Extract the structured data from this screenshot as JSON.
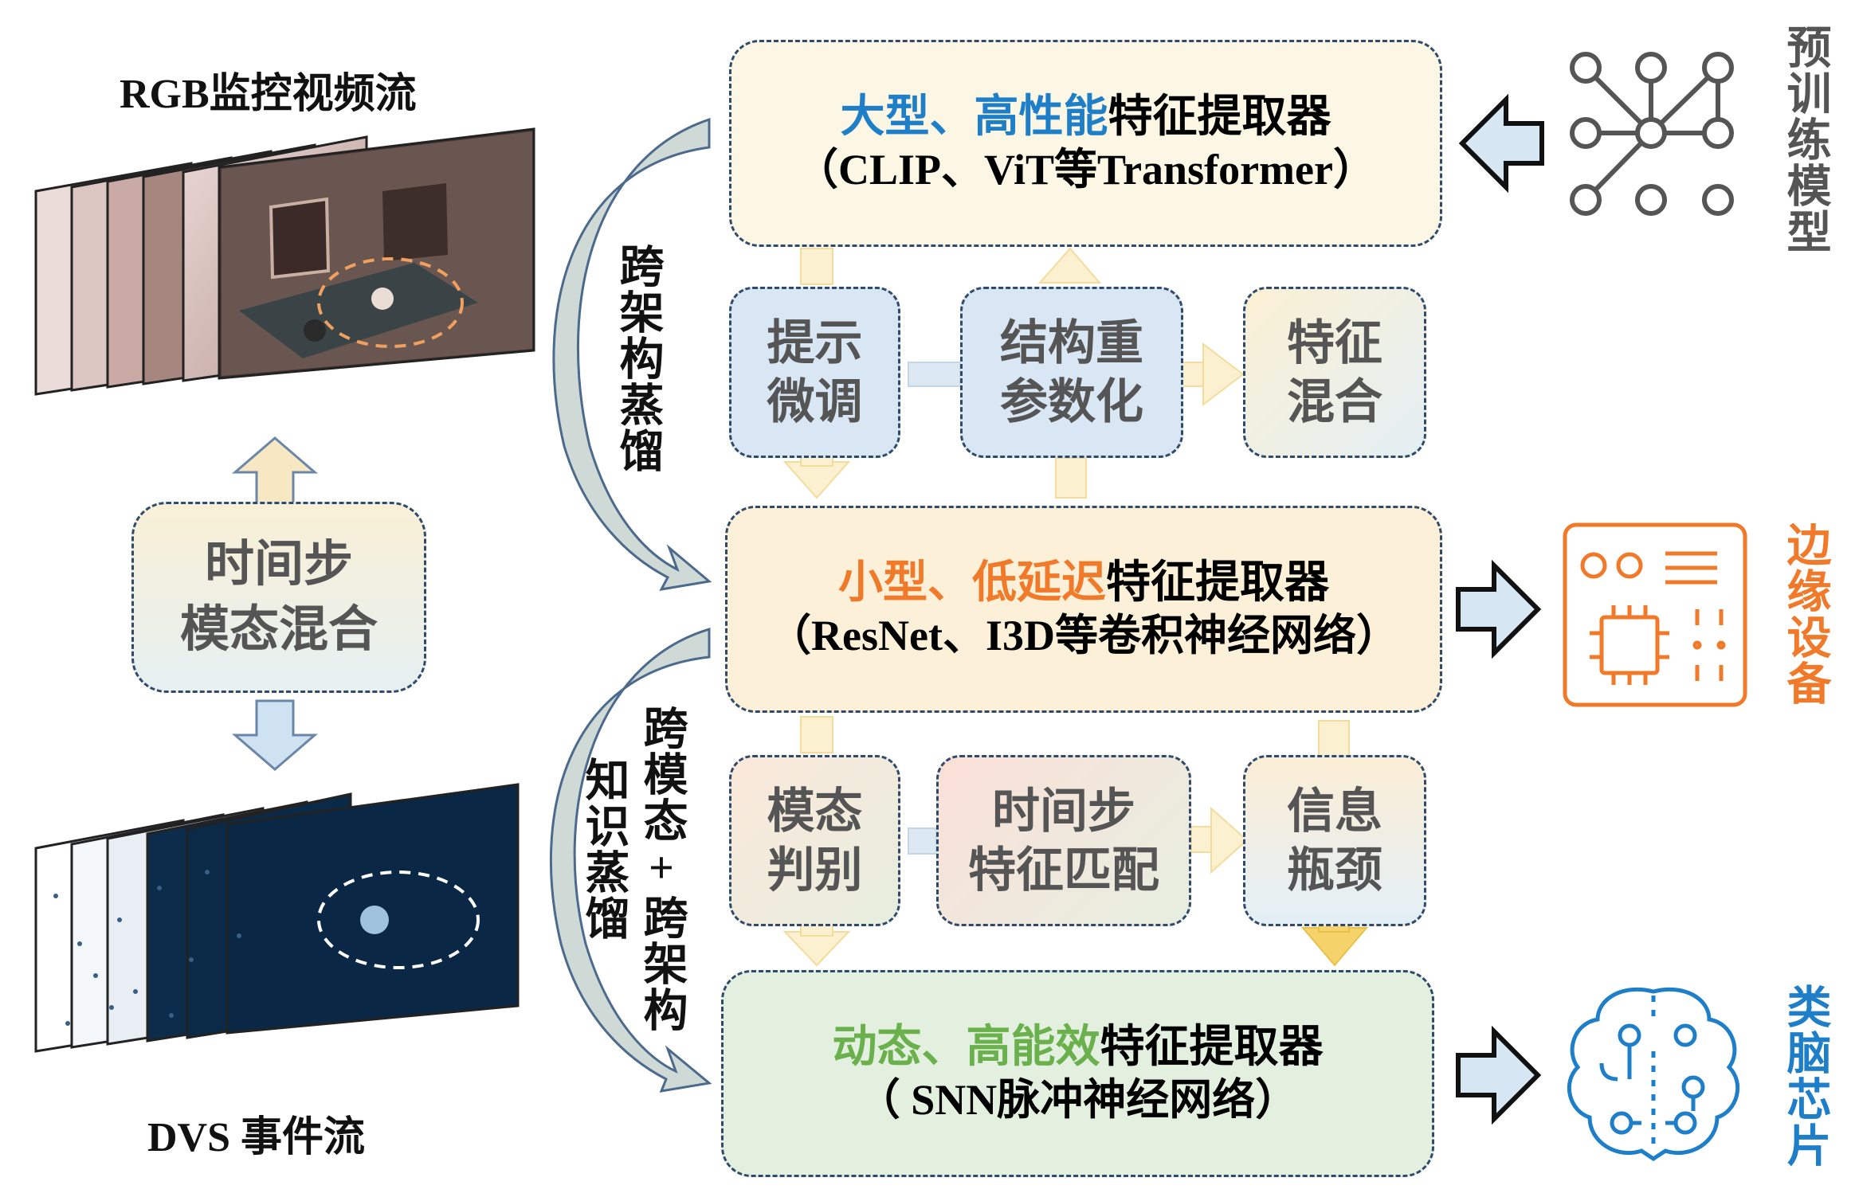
{
  "left": {
    "rgb_label": "RGB监控视频流",
    "mix_box": {
      "line1": "时间步",
      "line2": "模态混合"
    },
    "dvs_label": "DVS 事件流"
  },
  "top_box": {
    "accent": "大型、高性能",
    "rest": "特征提取器",
    "sub": "（CLIP、ViT等Transformer）",
    "accent_color": "#1e7fc8",
    "fill": "#fbf7e4"
  },
  "row1": [
    {
      "l1": "提示",
      "l2": "微调"
    },
    {
      "l1": "结构重",
      "l2": "参数化"
    },
    {
      "l1": "特征",
      "l2": "混合"
    }
  ],
  "mid_box": {
    "accent": "小型、低延迟",
    "rest": "特征提取器",
    "sub": "（ResNet、I3D等卷积神经网络）",
    "accent_color": "#f07a2a",
    "fill": "#fdf0d8"
  },
  "row2": [
    {
      "l1": "模态",
      "l2": "判别"
    },
    {
      "l1": "时间步",
      "l2": "特征匹配"
    },
    {
      "l1": "信息",
      "l2": "瓶颈"
    }
  ],
  "bottom_box": {
    "accent": "动态、高能效",
    "rest": "特征提取器",
    "sub": "（ SNN脉冲神经网络）",
    "accent_color": "#6ab04c",
    "fill": "#e4f0df"
  },
  "arc_labels": {
    "upper": "跨架构蒸馏",
    "lower_right": "跨模态+跨架构",
    "lower_left": "知识蒸馏"
  },
  "right": {
    "pretrained": {
      "text": "预训练模型",
      "color": "#555555"
    },
    "edge": {
      "text": "边缘设备",
      "color": "#f07a2a"
    },
    "brain": {
      "text": "类脑芯片",
      "color": "#1e7fc8"
    }
  }
}
